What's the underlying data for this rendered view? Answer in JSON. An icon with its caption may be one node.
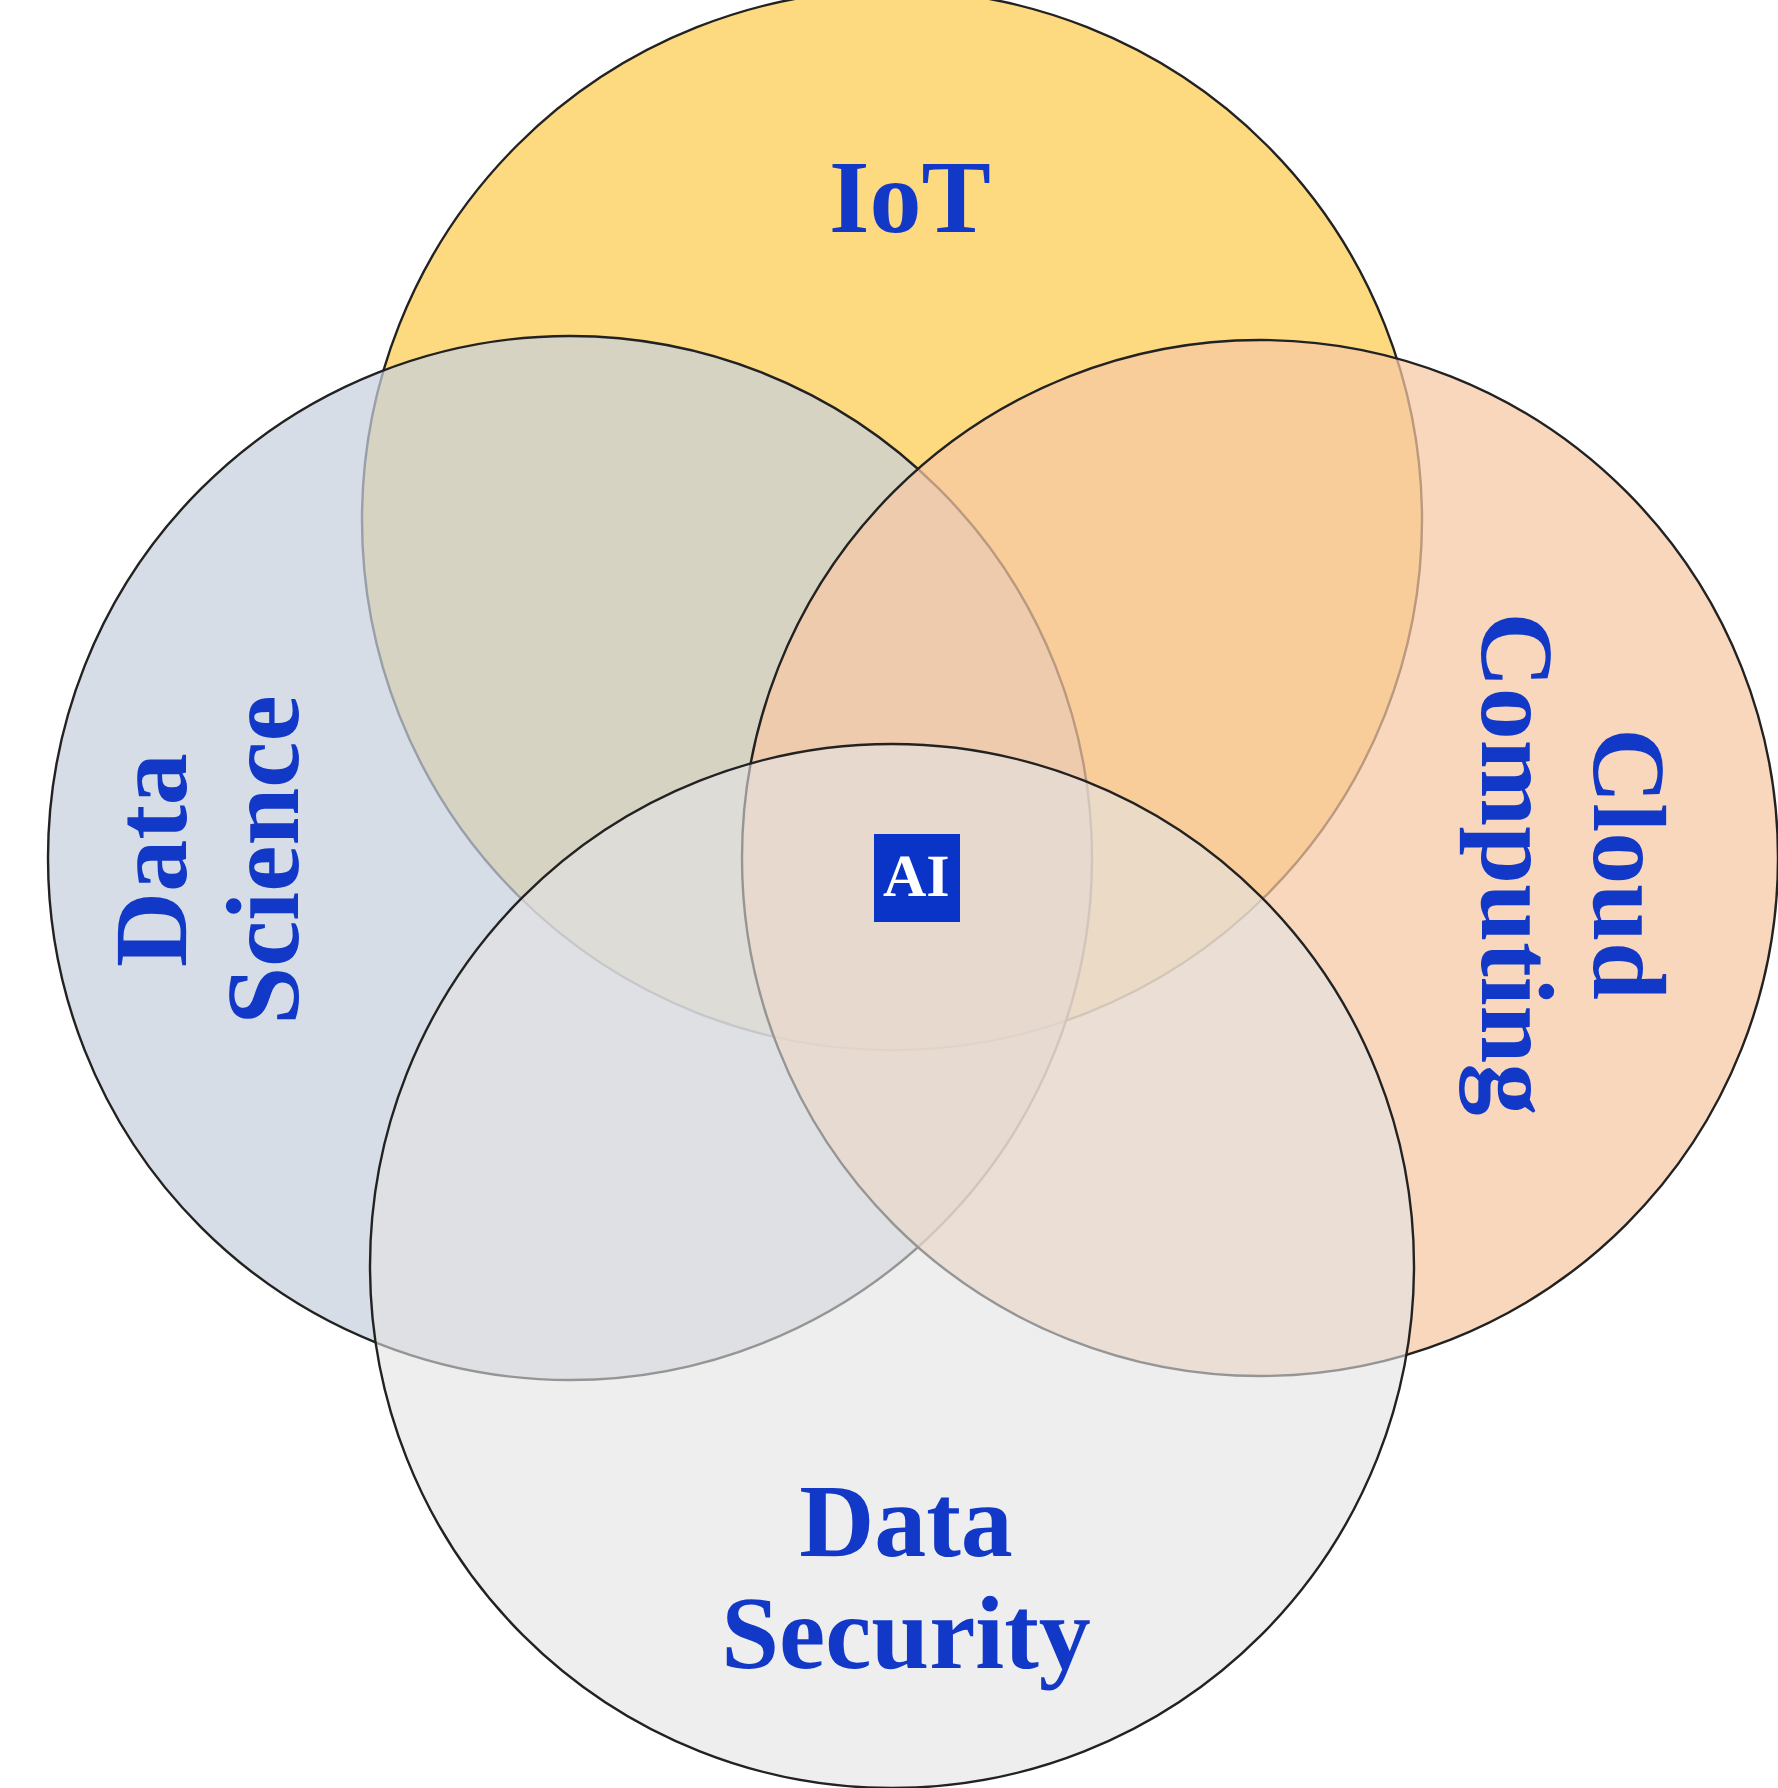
{
  "diagram": {
    "nodes": [
      {
        "text": [
          "IoT"
        ]
      },
      {
        "text": [
          "Data Science"
        ]
      },
      {
        "text": [
          "Cloud Computing"
        ]
      },
      {
        "text": [
          "Data Security"
        ]
      },
      {
        "text": [
          "AI"
        ]
      }
    ],
    "edges": []
  }
}
